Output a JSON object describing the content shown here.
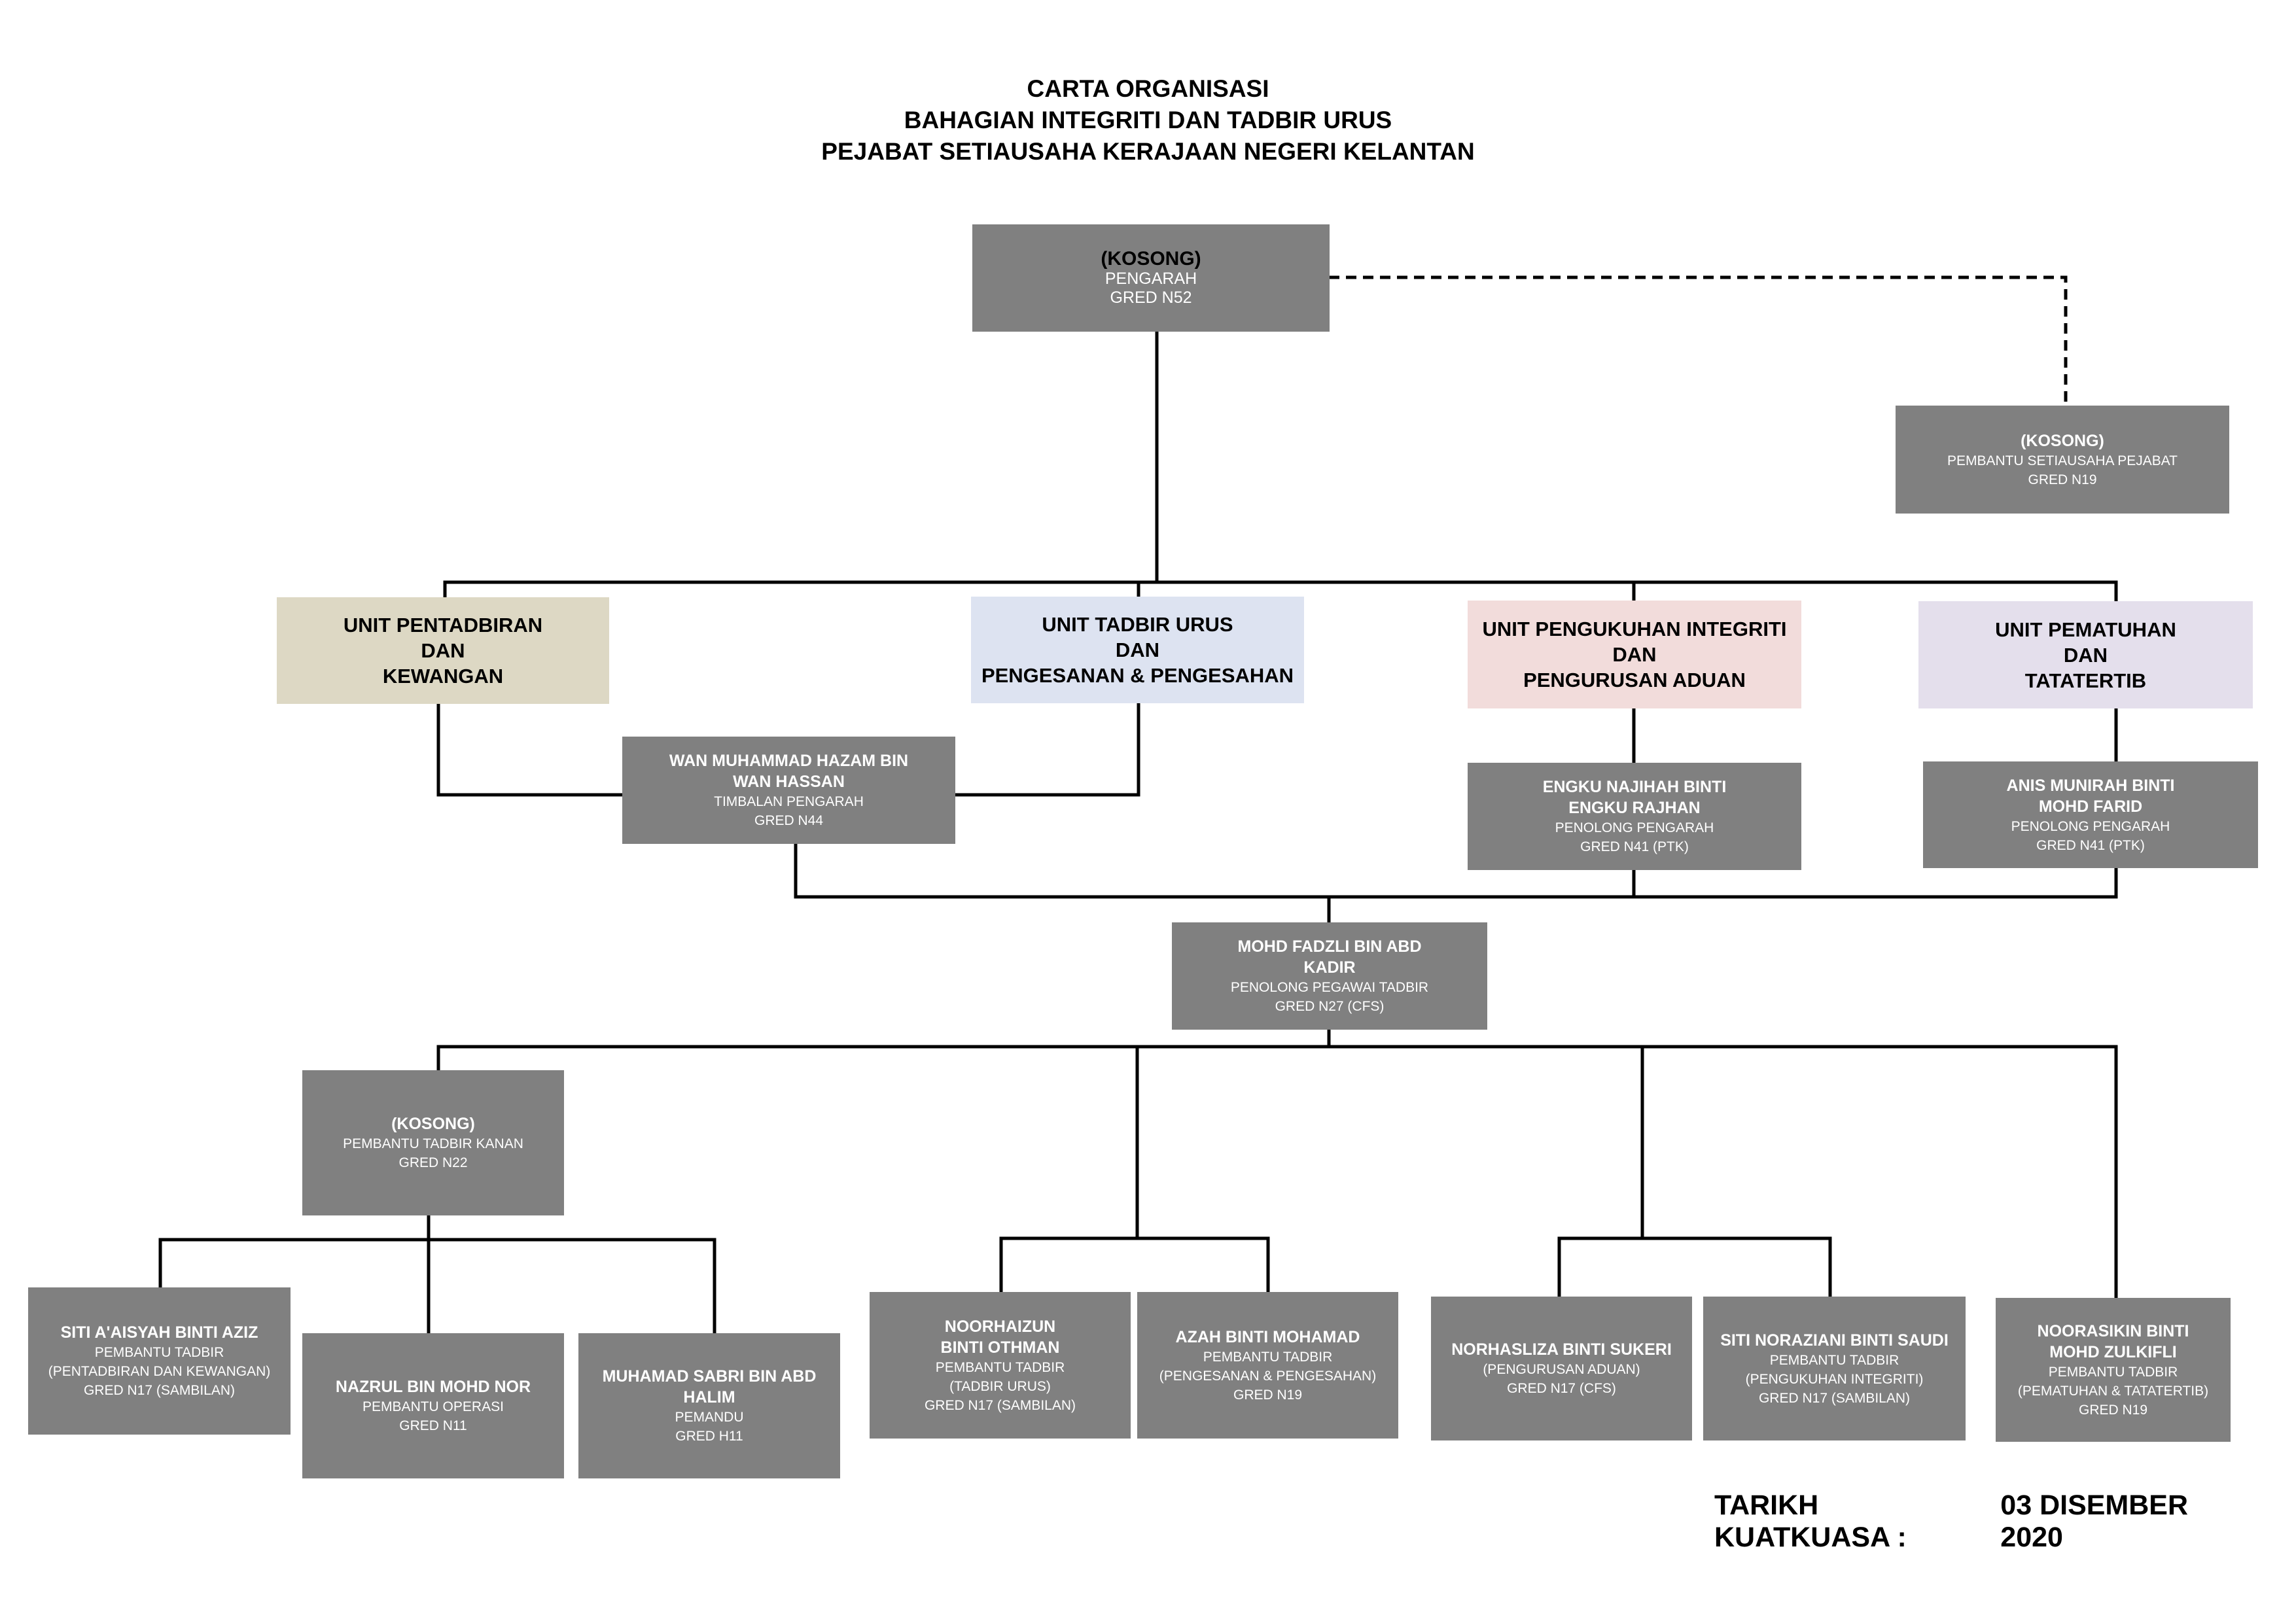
{
  "title": {
    "line1": "CARTA ORGANISASI",
    "line2": "BAHAGIAN INTEGRITI DAN TADBIR URUS",
    "line3": "PEJABAT SETIAUSAHA KERAJAAN NEGERI KELANTAN"
  },
  "colors": {
    "staff_box": "#808080",
    "unit_admin": "#ddd8c4",
    "unit_governance": "#dde3f1",
    "unit_integrity": "#f2dcdb",
    "unit_compliance": "#e4dfec"
  },
  "units": [
    {
      "lines": [
        "UNIT PENTADBIRAN",
        "DAN",
        "KEWANGAN"
      ]
    },
    {
      "lines": [
        "UNIT TADBIR URUS",
        "DAN",
        "PENGESANAN & PENGESAHAN"
      ]
    },
    {
      "lines": [
        "UNIT PENGUKUHAN INTEGRITI",
        "DAN",
        "PENGURUSAN ADUAN"
      ]
    },
    {
      "lines": [
        "UNIT PEMATUHAN",
        "DAN",
        "TATATERTIB"
      ]
    }
  ],
  "staff": {
    "pengarah": {
      "name": "(KOSONG)",
      "lines": [
        "PENGARAH",
        "GRED N52"
      ]
    },
    "pembantu_setiausaha": {
      "name": "(KOSONG)",
      "lines": [
        "PEMBANTU SETIAUSAHA PEJABAT",
        "GRED N19"
      ]
    },
    "timbalan": {
      "name": "WAN MUHAMMAD HAZAM BIN WAN HASSAN",
      "lines": [
        "TIMBALAN PENGARAH",
        "GRED N44"
      ]
    },
    "engku": {
      "name": "ENGKU NAJIHAH BINTI ENGKU RAJHAN",
      "lines": [
        "PENOLONG PENGARAH",
        "GRED N41 (PTK)"
      ]
    },
    "anis": {
      "name": "ANIS MUNIRAH BINTI MOHD FARID",
      "lines": [
        "PENOLONG PENGARAH",
        "GRED N41 (PTK)"
      ]
    },
    "fadzli": {
      "name": "MOHD FADZLI BIN ABD KADIR",
      "lines": [
        "PENOLONG PEGAWAI TADBIR",
        "GRED N27 (CFS)"
      ]
    },
    "kanan": {
      "name": "(KOSONG)",
      "lines": [
        "PEMBANTU TADBIR KANAN",
        "GRED N22"
      ]
    },
    "aisyah": {
      "name": "SITI A'AISYAH BINTI AZIZ",
      "lines": [
        "PEMBANTU TADBIR",
        "(PENTADBIRAN DAN KEWANGAN)",
        "GRED N17 (SAMBILAN)"
      ]
    },
    "nazrul": {
      "name": "NAZRUL BIN MOHD NOR",
      "lines": [
        "PEMBANTU OPERASI",
        "GRED N11"
      ]
    },
    "sabri": {
      "name": "MUHAMAD SABRI BIN ABD HALIM",
      "lines": [
        "PEMANDU",
        "GRED H11"
      ]
    },
    "noorhaizun": {
      "name": "NOORHAIZUN BINTI OTHMAN",
      "lines": [
        "PEMBANTU TADBIR",
        "(TADBIR URUS)",
        "GRED N17 (SAMBILAN)"
      ]
    },
    "azah": {
      "name": "AZAH BINTI MOHAMAD",
      "lines": [
        "PEMBANTU TADBIR",
        "(PENGESANAN & PENGESAHAN)",
        "GRED N19"
      ]
    },
    "norhasliza": {
      "name": "NORHASLIZA BINTI SUKERI",
      "lines": [
        "(PENGURUSAN ADUAN)",
        "GRED N17 (CFS)"
      ]
    },
    "noraziani": {
      "name": "SITI NORAZIANI BINTI SAUDI",
      "lines": [
        "PEMBANTU TADBIR",
        "(PENGUKUHAN INTEGRITI)",
        "GRED N17 (SAMBILAN)"
      ]
    },
    "noorasikin": {
      "name": "NOORASIKIN BINTI MOHD ZULKIFLI",
      "lines": [
        "PEMBANTU TADBIR",
        "(PEMATUHAN & TATATERTIB)",
        "GRED N19"
      ]
    }
  },
  "footer": {
    "label": "TARIKH KUATKUASA :",
    "date": "03 DISEMBER 2020"
  }
}
